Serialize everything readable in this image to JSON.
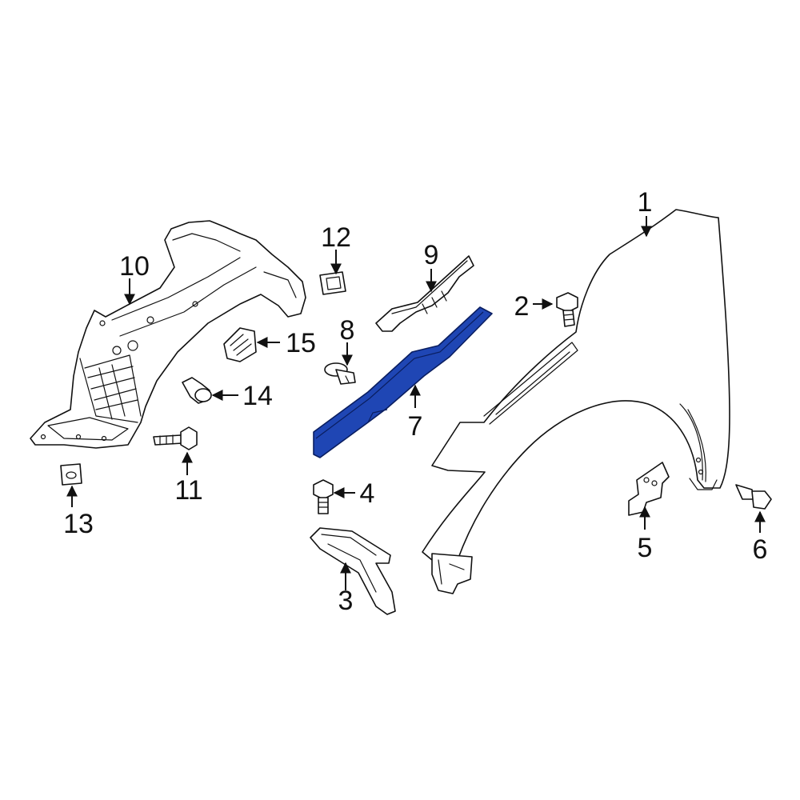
{
  "diagram": {
    "highlight_color": "#1f46b4",
    "callouts": {
      "c1": "1",
      "c2": "2",
      "c3": "3",
      "c4": "4",
      "c5": "5",
      "c6": "6",
      "c7": "7",
      "c8": "8",
      "c9": "9",
      "c10": "10",
      "c11": "11",
      "c12": "12",
      "c13": "13",
      "c14": "14",
      "c15": "15"
    }
  }
}
